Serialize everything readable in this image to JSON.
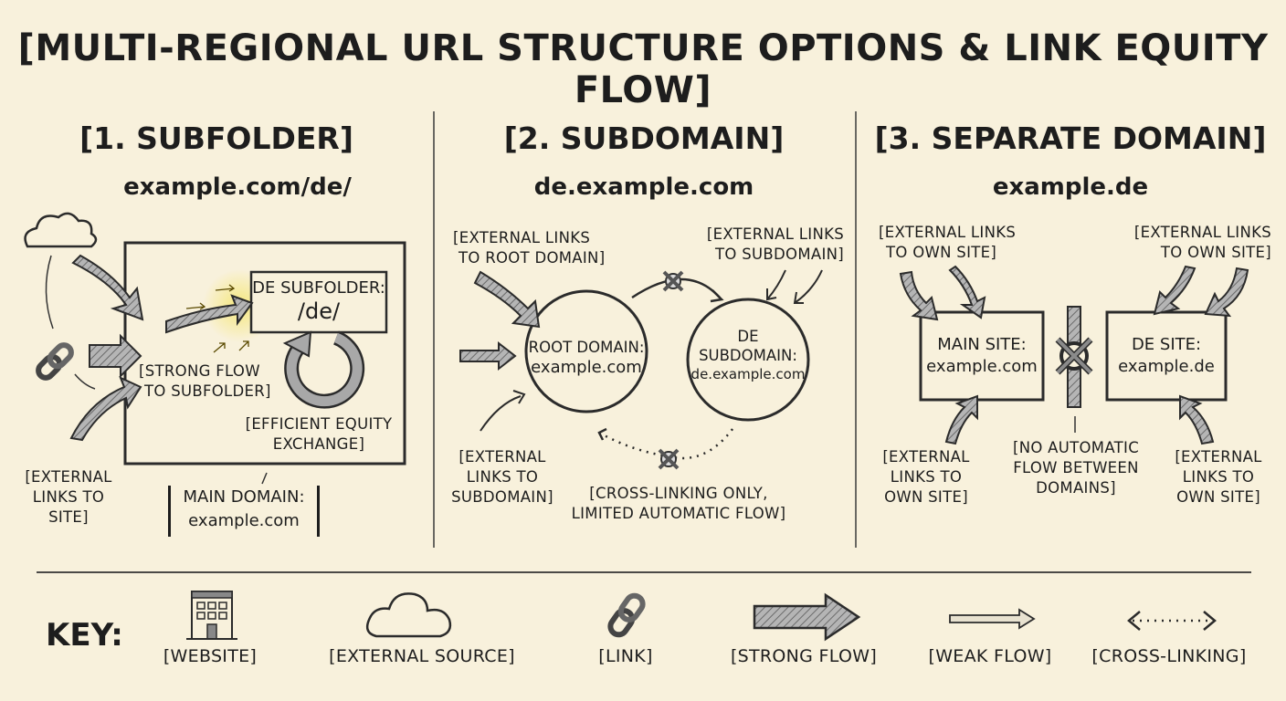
{
  "title": "[MULTI-REGIONAL URL STRUCTURE OPTIONS & LINK EQUITY FLOW]",
  "colors": {
    "background": "#f8f1dc",
    "ink": "#1d1d1d",
    "arrow_fill": "#9a9a9a",
    "highlight": "#f5e66b"
  },
  "columns": [
    {
      "heading": "[1. SUBFOLDER]",
      "url": "example.com/de/",
      "labels": {
        "de_box_title": "DE SUBFOLDER:",
        "de_box_path": "/de/",
        "strong_flow_1": "[STRONG FLOW",
        "strong_flow_2": "TO SUBFOLDER]",
        "efficient_1": "[EFFICIENT EQUITY",
        "efficient_2": "EXCHANGE]",
        "external_1": "[EXTERNAL",
        "external_2": "LINKS TO",
        "external_3": "SITE]",
        "main_domain_1": "MAIN DOMAIN:",
        "main_domain_2": "example.com"
      }
    },
    {
      "heading": "[2. SUBDOMAIN]",
      "url": "de.example.com",
      "labels": {
        "ext_root_1": "[EXTERNAL LINKS",
        "ext_root_2": "TO ROOT DOMAIN]",
        "ext_sub_top_1": "[EXTERNAL LINKS",
        "ext_sub_top_2": "TO SUBDOMAIN]",
        "root_1": "ROOT DOMAIN:",
        "root_2": "example.com",
        "de_sub_1": "DE",
        "de_sub_2": "SUBDOMAIN:",
        "de_sub_3": "de.example.com",
        "ext_sub_bottom_1": "[EXTERNAL",
        "ext_sub_bottom_2": "LINKS TO",
        "ext_sub_bottom_3": "SUBDOMAIN]",
        "cross_1": "[CROSS-LINKING ONLY,",
        "cross_2": "LIMITED AUTOMATIC FLOW]"
      }
    },
    {
      "heading": "[3. SEPARATE DOMAIN]",
      "url": "example.de",
      "labels": {
        "ext_left_top_1": "[EXTERNAL LINKS",
        "ext_left_top_2": "TO OWN SITE]",
        "ext_right_top_1": "[EXTERNAL LINKS",
        "ext_right_top_2": "TO OWN SITE]",
        "main_site_1": "MAIN SITE:",
        "main_site_2": "example.com",
        "de_site_1": "DE SITE:",
        "de_site_2": "example.de",
        "ext_left_bottom_1": "[EXTERNAL",
        "ext_left_bottom_2": "LINKS TO",
        "ext_left_bottom_3": "OWN SITE]",
        "no_flow_1": "[NO AUTOMATIC",
        "no_flow_2": "FLOW BETWEEN",
        "no_flow_3": "DOMAINS]",
        "ext_right_bottom_1": "[EXTERNAL",
        "ext_right_bottom_2": "LINKS TO",
        "ext_right_bottom_3": "OWN SITE]"
      }
    }
  ],
  "key": {
    "title": "KEY:",
    "items": [
      {
        "icon": "website-icon",
        "label": "[WEBSITE]"
      },
      {
        "icon": "cloud-icon",
        "label": "[EXTERNAL SOURCE]"
      },
      {
        "icon": "link-icon",
        "label": "[LINK]"
      },
      {
        "icon": "strong-flow-arrow-icon",
        "label": "[STRONG FLOW]"
      },
      {
        "icon": "weak-flow-arrow-icon",
        "label": "[WEAK FLOW]"
      },
      {
        "icon": "cross-linking-arrow-icon",
        "label": "[CROSS-LINKING]"
      }
    ]
  }
}
